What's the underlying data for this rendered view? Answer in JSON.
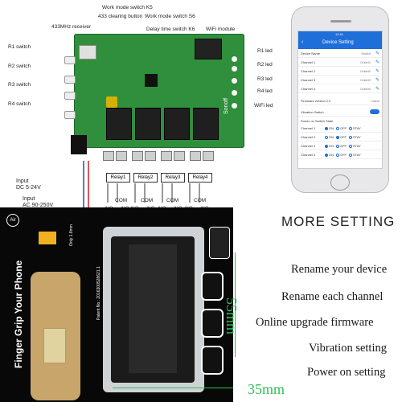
{
  "board": {
    "labels": {
      "work_mode_k5": "Work mode switch K5",
      "clear_433": "433 clearing button",
      "work_mode_s6": "Work mode switch S6",
      "receiver_433": "433MHz receiver",
      "delay_k6": "Delay time switch K6",
      "wifi_module": "WiFi module",
      "r1_switch": "R1 switch",
      "r2_switch": "R2 switch",
      "r3_switch": "R3 switch",
      "r4_switch": "R4 switch",
      "r1_led": "R1 led",
      "r2_led": "R2 led",
      "r3_led": "R3 led",
      "r4_led": "R4 led",
      "wifi_led": "WiFi led",
      "brand": "Sonoff"
    },
    "relays": [
      "Relay1",
      "Relay2",
      "Relay3",
      "Relay4"
    ],
    "terminals": {
      "com": "COM",
      "no": "NO",
      "nc": "NC"
    },
    "input_dc": "Input\nDC 5-24V",
    "input_ac": "Input\nAC 90-250V"
  },
  "phone": {
    "status_time": "12:41",
    "header_title": "Device Setting",
    "rows": [
      {
        "label": "Device Name",
        "value": "Switch"
      },
      {
        "label": "Channel 1",
        "value": "Outlet1"
      },
      {
        "label": "Channel 2",
        "value": "Outlet2"
      },
      {
        "label": "Channel 3",
        "value": "Outlet3"
      },
      {
        "label": "Channel 4",
        "value": "Outlet4"
      }
    ],
    "firmware_label": "Firmware version 2.0",
    "firmware_value": "Latest",
    "vibration_label": "Vibration Switch",
    "power_on_title": "Power on Switch State",
    "power_on": [
      {
        "label": "Channel 1",
        "selected": "ON"
      },
      {
        "label": "Channel 2",
        "selected": "OFF"
      },
      {
        "label": "Channel 3",
        "selected": "ON"
      },
      {
        "label": "Channel 4",
        "selected": "ON"
      }
    ],
    "options": [
      "ON",
      "OFF",
      "STAY"
    ]
  },
  "grip": {
    "side_text": "Finger Grip Your Phone",
    "air": "Air",
    "thickness": "Only 1.8mm",
    "patent": "Patent No.: 2016300528621.1",
    "height": "55mm",
    "width": "35mm"
  },
  "features": {
    "title": "MORE SETTING",
    "items": [
      "Rename your device",
      "Rename each channel",
      "Online  upgrade firmware",
      "Vibration setting",
      "Power on setting"
    ]
  },
  "colors": {
    "board_green": "#2f8f3c",
    "app_blue": "#1e6fd9",
    "dimension_green": "#2fbf54"
  }
}
